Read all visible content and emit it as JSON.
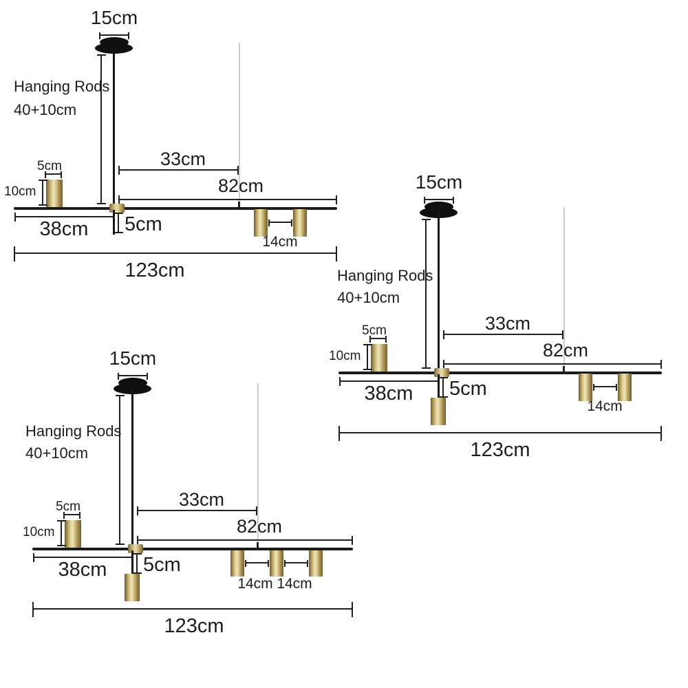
{
  "colors": {
    "structure_black": "#1b1b1b",
    "brass_light": "#efe6ba",
    "brass_dark": "#6e5a2e",
    "wire_gray": "#cccccc",
    "dimension_line": "#202020",
    "text": "#1d1d1d",
    "background": "#ffffff"
  },
  "diagrams": [
    {
      "labels": {
        "canopy_width": "15cm",
        "hanging_rods_title": "Hanging Rods",
        "hanging_rods_length": "40+10cm",
        "center_to_wire": "33cm",
        "right_span": "82cm",
        "spot_diameter": "5cm",
        "spot_height": "10cm",
        "left_span": "38cm",
        "drop_rod_length": "5cm",
        "spot_gap": "14cm",
        "total_length": "123cm"
      }
    },
    {
      "labels": {
        "canopy_width": "15cm",
        "hanging_rods_title": "Hanging Rods",
        "hanging_rods_length": "40+10cm",
        "center_to_wire": "33cm",
        "right_span": "82cm",
        "spot_diameter": "5cm",
        "spot_height": "10cm",
        "left_span": "38cm",
        "drop_rod_length": "5cm",
        "spot_gap": "14cm",
        "total_length": "123cm"
      }
    },
    {
      "labels": {
        "canopy_width": "15cm",
        "hanging_rods_title": "Hanging Rods",
        "hanging_rods_length": "40+10cm",
        "center_to_wire": "33cm",
        "right_span": "82cm",
        "spot_diameter": "5cm",
        "spot_height": "10cm",
        "left_span": "38cm",
        "drop_rod_length": "5cm",
        "spot_gap": "14cm",
        "spot_gap_2": "14cm",
        "total_length": "123cm"
      }
    }
  ]
}
